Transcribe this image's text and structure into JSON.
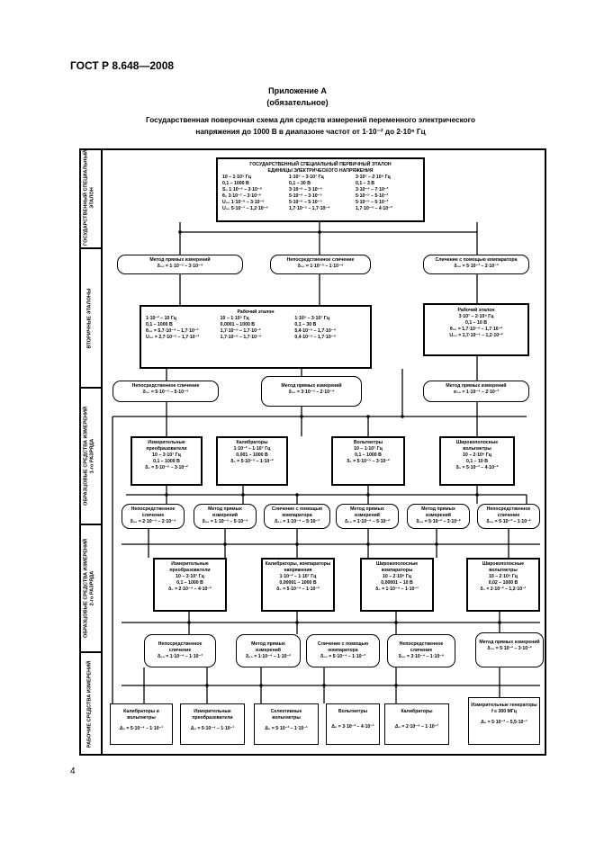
{
  "header": {
    "standard_code": "ГОСТ Р 8.648—2008",
    "appendix_title": "Приложение А",
    "appendix_note": "(обязательное)",
    "title_line1": "Государственная поверочная схема для средств измерений переменного электрического",
    "title_line2": "напряжения до 1000 В в диапазоне частот от 1·10⁻² до 2·10⁹ Гц",
    "page_number": "4"
  },
  "tiers": [
    {
      "label": "ГОСУДАРСТВЕННЫЙ СПЕЦИАЛЬНЫЙ\nЭТАЛОН"
    },
    {
      "label": "ВТОРИЧНЫЕ ЭТАЛОНЫ"
    },
    {
      "label": "ОБРАЗЦОВЫЕ СРЕДСТВА ИЗМЕРЕНИЙ\n1-го РАЗРЯДА"
    },
    {
      "label": "ОБРАЗЦОВЫЕ СРЕДСТВА ИЗМЕРЕНИЙ\n2-го РАЗРЯДА"
    },
    {
      "label": "РАБОЧИЕ СРЕДСТВА ИЗМЕРЕНИЙ"
    }
  ],
  "primary_standard": {
    "title1": "ГОСУДАРСТВЕННЫЙ СПЕЦИАЛЬНЫЙ ПЕРВИЧНЫЙ ЭТАЛОН",
    "title2": "ЕДИНИЦЫ ЭЛЕКТРИЧЕСКОГО НАПРЯЖЕНИЯ",
    "rows": [
      [
        "10 – 1·10⁵ Гц",
        "1·10⁵ – 3·10⁷ Гц",
        "3·10⁷ – 2·10⁹ Гц"
      ],
      [
        "0,1 – 1000 В",
        "0,1 – 30 В",
        "0,1 – 3 В"
      ],
      [
        "S₀   1·10⁻⁶ – 3·10⁻⁶",
        "3·10⁻⁶ – 3·10⁻⁴",
        "3·10⁻⁴ – 7·10⁻³"
      ],
      [
        "θ₀   3·10⁻⁷ – 3·10⁻⁶",
        "5·10⁻⁶ – 3·10⁻⁵",
        "5·10⁻⁵ – 5·10⁻³"
      ],
      [
        "U₀₀   1·10⁻⁶ – 3·10⁻⁶",
        "5·10⁻⁶ – 5·10⁻⁵",
        "5·10⁻⁵ – 5·10⁻³"
      ],
      [
        "U₀₀   5·10⁻⁷ – 1,2·10⁻⁶",
        "1,7·10⁻⁵ – 1,7·10⁻⁴",
        "1,7·10⁻⁴ – 4·10⁻³"
      ]
    ]
  },
  "methods_row1": [
    {
      "title": "Метод прямых измерений",
      "value": "δ₀₀ = 1·10⁻⁵ – 3·10⁻⁴"
    },
    {
      "title": "Непосредственное сличение",
      "value": "δ₀₀ = 1·10⁻⁵ – 1·10⁻⁴"
    },
    {
      "title": "Сличение с помощью компаратора",
      "value": "δ₀₀ = 5·10⁻³ – 2·10⁻³"
    }
  ],
  "working_standard": {
    "title": "Рабочий эталон",
    "rows": [
      [
        "1·10⁻² – 10 Гц",
        "10 – 1·10⁵ Гц",
        "1·10⁵ – 3·10⁷ Гц"
      ],
      [
        "0,1 – 1000 В",
        "0,0001 – 1000 В",
        "0,1 – 30 В"
      ],
      [
        "θ₀₀ = 5,7·10⁻⁴ – 1,7·10⁻³",
        "1,7·10⁻⁵ – 1,7·10⁻³",
        "5,4·10⁻⁵ – 1,7·10⁻⁴"
      ],
      [
        "U₀₀ = 2,7·10⁻⁵ – 1,7·10⁻³",
        "1,7·10⁻⁵ – 1,7·10⁻⁴",
        "0,4·10⁻⁵ – 1,7·10⁻⁴"
      ]
    ]
  },
  "working_standard_hf": {
    "title": "Рабочий эталон",
    "rows": [
      "3·10⁷ – 2·10⁹ Гц",
      "0,1 – 10 В",
      "θ₀₀ = 1,7·10⁻⁴ – 1,7·10⁻²",
      "U₀₀ = 1,7·10⁻⁴ – 1,2·10⁻²"
    ]
  },
  "methods_row2": [
    {
      "title": "Непосредственное сличение",
      "value": "δ₀₀ = 5·10⁻⁵ – 5·10⁻⁴"
    },
    {
      "title": "Метод прямых измерений",
      "value": "δ₀₀ = 3·10⁻⁵ – 2·10⁻⁴"
    },
    {
      "title": "Метод прямых измерений",
      "value": "σ₀₀ = 1·10⁻⁴ – 2·10⁻³"
    }
  ],
  "tier1_devices": [
    {
      "title": "Измерительные преобразователи",
      "lines": [
        "10 – 3·10⁷ Гц",
        "0,1 – 1000 В",
        "δ₀ = 5·10⁻⁵ – 3·10⁻²"
      ]
    },
    {
      "title": "Калибраторы",
      "lines": [
        "1·10⁻² – 1·10⁷ Гц",
        "0,001 – 1000 В",
        "δ₀ = 5·10⁻⁵ – 1·10⁻²"
      ]
    },
    {
      "title": "Вольтметры",
      "lines": [
        "10 – 1·10⁷ Гц",
        "0,1 – 1000 В",
        "δ₀ = 5·10⁻⁵ – 3·10⁻²"
      ]
    },
    {
      "title": "Широкополосные вольтметры",
      "lines": [
        "10 – 2·10⁹ Гц",
        "0,1 – 10 В",
        "δ₀ = 5·10⁻³ – 4·10⁻²"
      ]
    }
  ],
  "methods_row3": [
    {
      "title": "Непосредственное сличение",
      "value": "δ₀₀ = 2·10⁻⁴ – 2·10⁻⁴"
    },
    {
      "title": "Метод прямых измерений",
      "value": "δ₀₀ = 1·10⁻⁴ – 5·10⁻⁴"
    },
    {
      "title": "Сличение с помощью компаратора",
      "value": "δ₀₀ = 1·10⁻⁴ – 5·10⁻³"
    },
    {
      "title": "Метод прямых измерений",
      "value": "δ₀₀ = 1·10⁻⁴ – 5·10⁻²"
    },
    {
      "title": "Метод прямых измерений",
      "value": "δ₀₀ = 5·10⁻² – 3·10⁻²"
    },
    {
      "title": "Непосредственное сличение",
      "value": "δ₀₀ = 5·10⁻³ – 1·10⁻²"
    }
  ],
  "tier2_devices": [
    {
      "title": "Измерительные преобразователи",
      "lines": [
        "10 – 3·10⁷ Гц",
        "0,1 – 1000 В",
        "δ₀ = 2·10⁻⁴ – 4·10⁻²"
      ]
    },
    {
      "title": "Калибраторы, компараторы напряжения",
      "lines": [
        "1·10⁻² – 1·10⁷ Гц",
        "0,00001 – 1000 В",
        "δ₀ = 5·10⁻⁴ – 1·10⁻²"
      ]
    },
    {
      "title": "Широкополосные компараторы",
      "lines": [
        "10 – 2·10⁹ Гц",
        "0,00001 – 10 В",
        "δ₀ = 1·10⁻⁴ – 1·10⁻¹"
      ]
    },
    {
      "title": "Широкополосные вольтметры",
      "lines": [
        "10 – 2·10⁹ Гц",
        "0,02 – 1000 В",
        "δ₀ = 2·10⁻² – 1,2·10⁻¹"
      ]
    }
  ],
  "methods_row4": [
    {
      "title": "Непосредственное сличение",
      "value": "δ₀₀ = 1·10⁻⁴ – 1·10⁻³"
    },
    {
      "title": "Метод прямых измерений",
      "value": "δ₀₀ = 1·10⁻⁴ – 1·10⁻²"
    },
    {
      "title": "Сличение с помощью компаратора",
      "value": "δ₀₀ = 5·10⁻⁴ – 1·10⁻³"
    },
    {
      "title": "Непосредственное сличение",
      "value": "δ₀₀ = 3·10⁻⁴ – 1·10⁻⁶"
    },
    {
      "title": "Метод прямых измерений",
      "value": "δ₀₀ = 5·10⁻² – 3·10⁻²"
    }
  ],
  "working_devices": [
    {
      "title": "Калибраторы и вольтметры",
      "value": "Δ₀ = 5·10⁻⁴ – 1·10⁻¹"
    },
    {
      "title": "Измерительные преобразователи",
      "value": "Δ₀ = 5·10⁻⁴ – 1·10⁻¹"
    },
    {
      "title": "Селективные вольтметры",
      "value": "Δ₀ = 5·10⁻³ – 1·10⁻¹"
    },
    {
      "title": "Вольтметры",
      "value": "Δ₀ = 3·10⁻³ – 4·10⁻¹"
    },
    {
      "title": "Калибраторы",
      "value": "Δ₀ = 2·10⁻⁴ – 1·10⁻¹"
    },
    {
      "title": "Измерительные генераторы f ≤ 300 МГц",
      "value": "Δ₀ = 5·10⁻³ – 5,5·10⁻¹"
    }
  ]
}
